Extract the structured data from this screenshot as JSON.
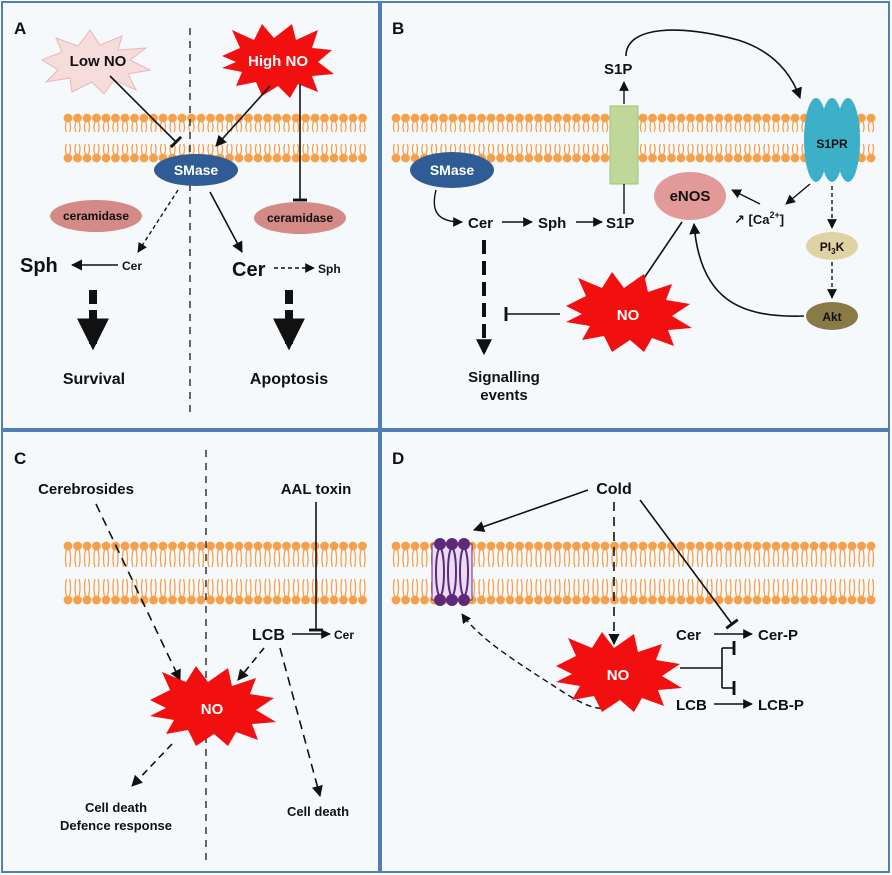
{
  "panels": {
    "A": {
      "letter": "A",
      "low_no": "Low NO",
      "high_no": "High NO",
      "smase": "SMase",
      "ceramidase_left": "ceramidase",
      "ceramidase_right": "ceramidase",
      "sph_left": "Sph",
      "cer_left": "Cer",
      "cer_right": "Cer",
      "sph_right": "Sph",
      "survival": "Survival",
      "apoptosis": "Apoptosis"
    },
    "B": {
      "letter": "B",
      "s1p_top": "S1P",
      "smase": "SMase",
      "s1pr": "S1PR",
      "enos": "eNOS",
      "ca_prefix": "↗ [Ca",
      "ca_sup": "2+",
      "ca_suffix": "]",
      "pi3k_prefix": "PI",
      "pi3k_sub": "3",
      "pi3k_suffix": "K",
      "akt": "Akt",
      "cer": "Cer",
      "sph": "Sph",
      "s1p": "S1P",
      "no": "NO",
      "signalling_line1": "Signalling",
      "signalling_line2": "events"
    },
    "C": {
      "letter": "C",
      "cerebrosides": "Cerebrosides",
      "aal_toxin": "AAL toxin",
      "lcb": "LCB",
      "cer": "Cer",
      "no": "NO",
      "cell_death_left_line1": "Cell death",
      "cell_death_left_line2": "Defence response",
      "cell_death_right": "Cell death"
    },
    "D": {
      "letter": "D",
      "cold": "Cold",
      "cer": "Cer",
      "cer_p": "Cer-P",
      "no": "NO",
      "lcb": "LCB",
      "lcb_p": "LCB-P"
    }
  },
  "colors": {
    "membrane": "#f5a04a",
    "smase": "#2f5c94",
    "ceramidase": "#d48a86",
    "no_star": "#f20f0f",
    "low_no_star": "#f7dcdc",
    "s1p_channel": "#bfd89a",
    "s1pr": "#3bb0c8",
    "enos": "#e29a98",
    "pi3k": "#dfd3a3",
    "akt": "#8a7a48",
    "purple_channel": "#5d2a7a"
  }
}
